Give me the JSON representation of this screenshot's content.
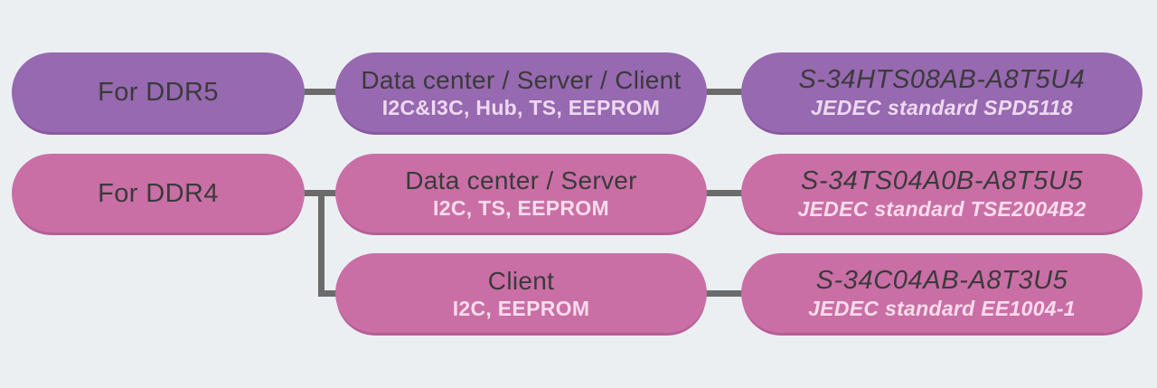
{
  "colors": {
    "background": "#ebeff2",
    "purple": "#9769b0",
    "purple_edge": "#8859a2",
    "pink": "#c96fa6",
    "pink_edge": "#b55d97",
    "connector": "#6b6b6b",
    "text_dark": "#3a3a3a",
    "text_light_purple": "#eed9f0",
    "text_light_pink": "#fadceb"
  },
  "rows": [
    {
      "id": "ddr5",
      "label": "For DDR5",
      "branches": [
        {
          "segment": {
            "line1": "Data center / Server / Client",
            "line2": "I2C&I3C, Hub, TS, EEPROM"
          },
          "product": {
            "name": "S-34HTS08AB-A8T5U4",
            "standard": "JEDEC standard SPD5118"
          }
        }
      ]
    },
    {
      "id": "ddr4",
      "label": "For DDR4",
      "branches": [
        {
          "segment": {
            "line1": "Data center / Server",
            "line2": "I2C, TS, EEPROM"
          },
          "product": {
            "name": "S-34TS04A0B-A8T5U5",
            "standard": "JEDEC standard TSE2004B2"
          }
        },
        {
          "segment": {
            "line1": "Client",
            "line2": "I2C, EEPROM"
          },
          "product": {
            "name": "S-34C04AB-A8T3U5",
            "standard": "JEDEC standard EE1004-1"
          }
        }
      ]
    }
  ]
}
